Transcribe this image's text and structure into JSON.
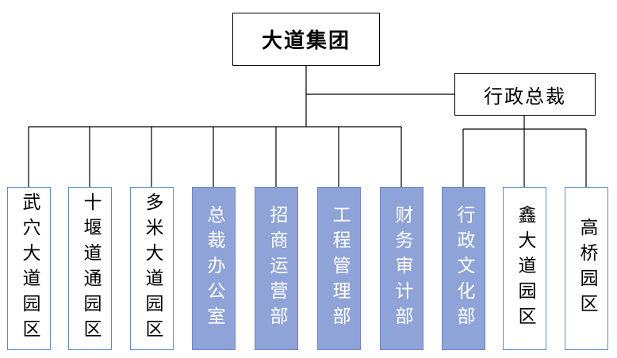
{
  "root": {
    "label": "大道集团"
  },
  "executive": {
    "label": "行政总裁"
  },
  "departments": [
    {
      "label": "武穴大道园区",
      "filled": false
    },
    {
      "label": "十堰道通园区",
      "filled": false
    },
    {
      "label": "多米大道园区",
      "filled": false
    },
    {
      "label": "总裁办公室",
      "filled": true
    },
    {
      "label": "招商运营部",
      "filled": true
    },
    {
      "label": "工程管理部",
      "filled": true
    },
    {
      "label": "财务审计部",
      "filled": true
    },
    {
      "label": "行政文化部",
      "filled": true
    },
    {
      "label": "鑫大道园区",
      "filled": false
    },
    {
      "label": "高桥园区",
      "filled": false
    }
  ],
  "colors": {
    "filled_box": "#8ea3d8",
    "outline_box_border": "#5b8ccf",
    "connector": "#000000"
  }
}
